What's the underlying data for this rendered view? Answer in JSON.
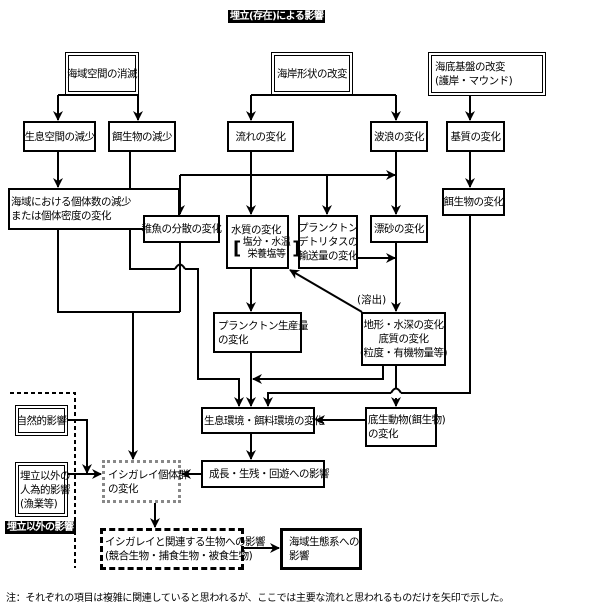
{
  "title": "埋立(存在)による影響",
  "boxes": {
    "sea_space_loss": "海域空間の消滅",
    "coast_shape": "海岸形状の改変",
    "seabed_base": [
      "海底基盤の改変",
      "(護岸・マウンド)"
    ],
    "habitat_decrease": "生息空間の減少",
    "prey_decrease": "餌生物の減少",
    "current_change": "流れの変化",
    "wave_change": "波浪の変化",
    "substrate_change": "基質の変化",
    "population_decrease": [
      "海域における個体数の減少",
      "または個体密度の変化"
    ],
    "prey_change": "餌生物の変化",
    "juvenile_dispersal": "稚魚の分散の変化",
    "water_quality": {
      "title": "水質の変化",
      "sub": [
        "塩分・水温",
        "栄養塩等"
      ]
    },
    "plankton_transport": [
      "プランクトン",
      "デトリタスの",
      "輸送量の変化"
    ],
    "drift_sand": "漂砂の変化",
    "plankton_production": [
      "プランクトン生産量",
      "の変化"
    ],
    "topography": [
      "地形・水深の変化",
      "底質の変化",
      "(粒度・有機物量等)"
    ],
    "habitat_env": "生息環境・餌料環境の変化",
    "benthos": [
      "底生動物(餌生物)",
      "の変化"
    ],
    "natural_effect": "自然的影響",
    "human_effect": [
      "埋立以外の",
      "人為的影響",
      "(漁業等)"
    ],
    "flounder_population": [
      "イシガレイ個体群",
      "の変化"
    ],
    "growth_effect": "成長・生残・回遊への影響",
    "related_organisms": [
      "イシガレイと関連する生物への影響",
      "(競合生物・捕食生物・被食生物)"
    ],
    "ecosystem": [
      "海域生態系への",
      "影響"
    ]
  },
  "labels": {
    "dissolution": "(溶出)",
    "non_reclamation": "埋立以外の影響"
  },
  "note": "注：それぞれの項目は複雑に関連していると思われるが、ここでは主要な流れと思われるものだけを矢印で示した。"
}
